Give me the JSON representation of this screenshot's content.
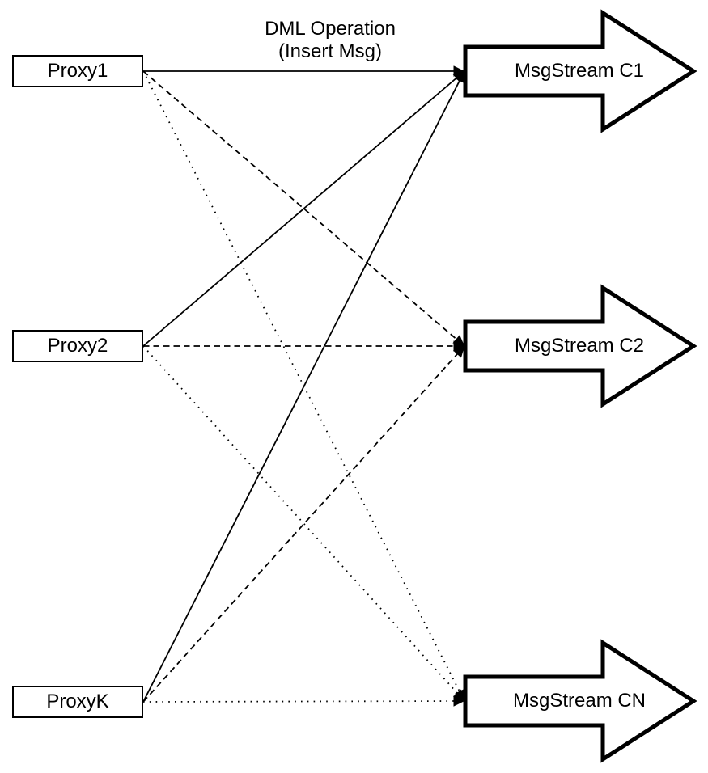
{
  "title": {
    "line1": "DML Operation",
    "line2": "(Insert Msg)"
  },
  "proxies": [
    {
      "id": "proxy1",
      "label": "Proxy1"
    },
    {
      "id": "proxy2",
      "label": "Proxy2"
    },
    {
      "id": "proxyk",
      "label": "ProxyK"
    }
  ],
  "streams": [
    {
      "id": "c1",
      "label": "MsgStream C1"
    },
    {
      "id": "c2",
      "label": "MsgStream C2"
    },
    {
      "id": "cn",
      "label": "MsgStream CN"
    }
  ],
  "edges": [
    {
      "from": "proxy1",
      "to": "c1",
      "style": "solid"
    },
    {
      "from": "proxy2",
      "to": "c1",
      "style": "solid"
    },
    {
      "from": "proxyk",
      "to": "c1",
      "style": "solid"
    },
    {
      "from": "proxy1",
      "to": "c2",
      "style": "dashed"
    },
    {
      "from": "proxy2",
      "to": "c2",
      "style": "dashed"
    },
    {
      "from": "proxyk",
      "to": "c2",
      "style": "dashed"
    },
    {
      "from": "proxy1",
      "to": "cn",
      "style": "dotted"
    },
    {
      "from": "proxy2",
      "to": "cn",
      "style": "dotted"
    },
    {
      "from": "proxyk",
      "to": "cn",
      "style": "dotted"
    }
  ],
  "colors": {
    "line": "#000000",
    "node_fill": "#ffffff",
    "background": "#ffffff"
  }
}
